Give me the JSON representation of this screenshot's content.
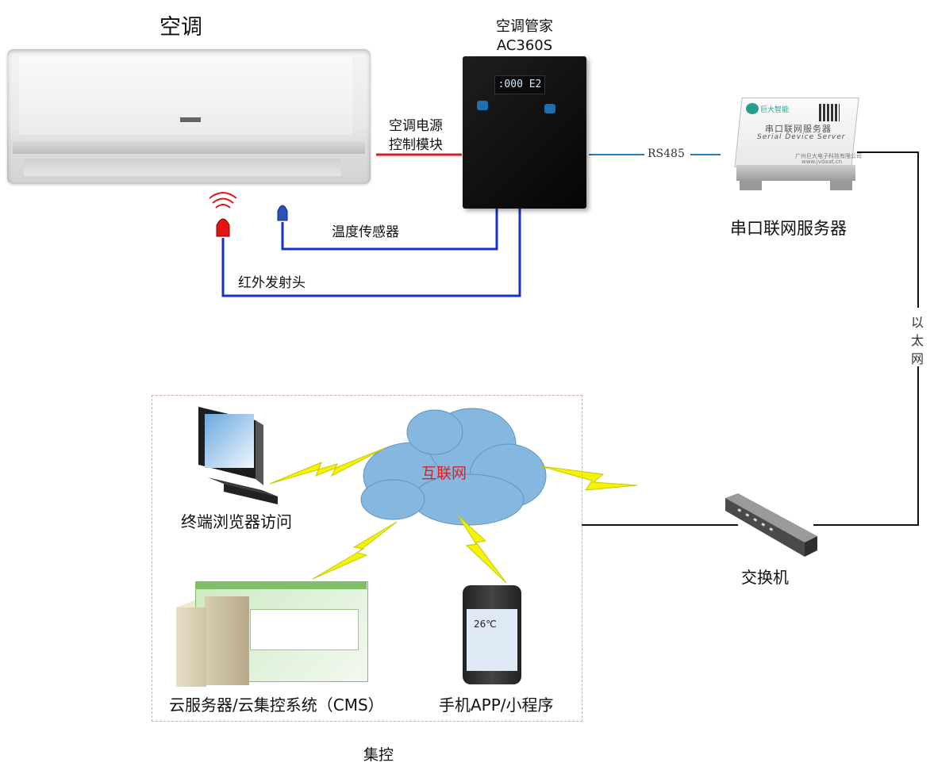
{
  "labels": {
    "air_conditioner": "空调",
    "ac_manager_title": "空调管家",
    "ac_manager_model": "AC360S",
    "power_module_line1": "空调电源",
    "power_module_line2": "控制模块",
    "rs485": "RS485",
    "temp_sensor": "温度传感器",
    "ir_emitter": "红外发射头",
    "serial_server": "串口联网服务器",
    "ethernet": "以太网",
    "internet": "互联网",
    "terminal_browser": "终端浏览器访问",
    "switch": "交换机",
    "cloud_cms": "云服务器/云集控系统（CMS）",
    "mobile_app": "手机APP/小程序",
    "central_control": "集控"
  },
  "device_text": {
    "manager_display": ":000 E2",
    "sds_brand": "巨大智能",
    "sds_title": "串口联网服务器",
    "sds_subtitle": "Serial Device Server",
    "sds_company": "广州巨大电子科技有限公司",
    "sds_url": "www.jvdaat.cn",
    "phone_temp": "26℃"
  },
  "colors": {
    "power_line": "#d42020",
    "sensor_line": "#1630c8",
    "rs485_line": "#2a7ab8",
    "ethernet_line": "#111111",
    "lightning": "#f4f400",
    "internet_text": "#e02020",
    "cloud": "#7fb2dc"
  }
}
